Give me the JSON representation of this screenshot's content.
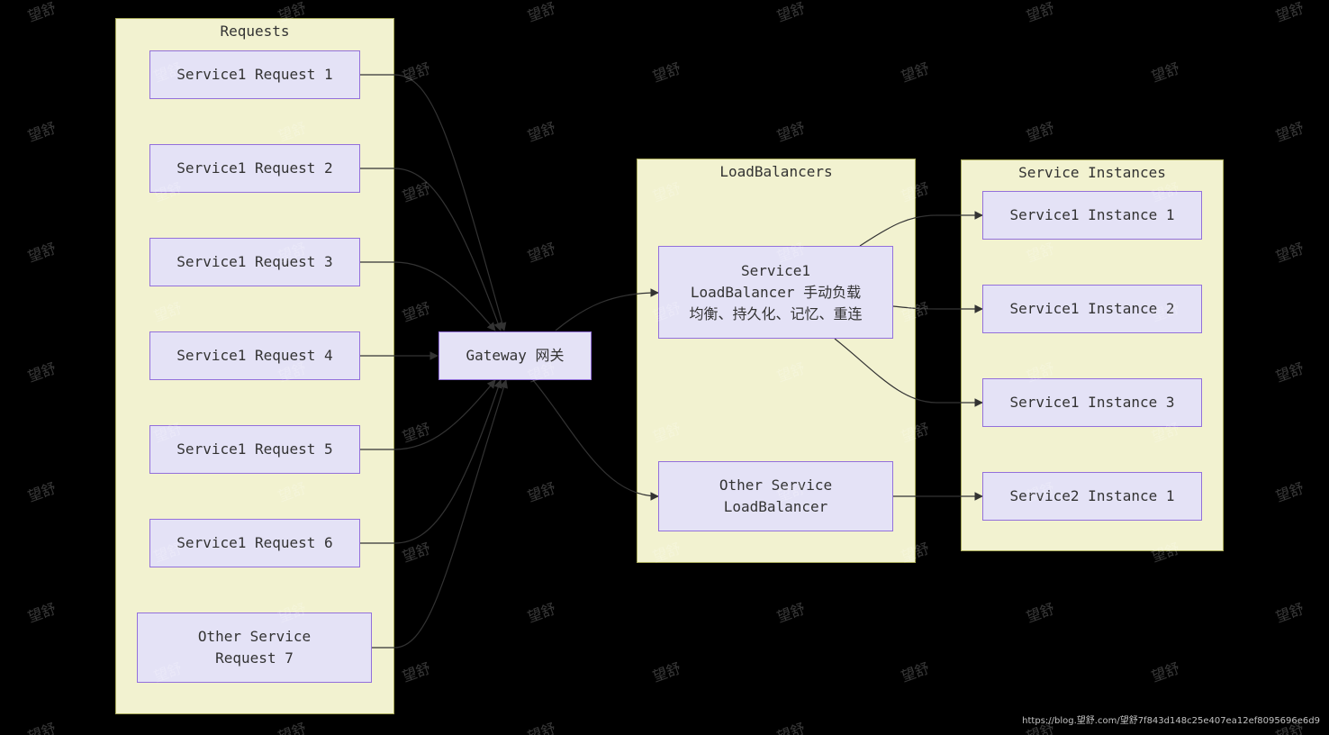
{
  "diagram": {
    "clusters": {
      "requests": "Requests",
      "loadbalancers": "LoadBalancers",
      "instances": "Service Instances"
    },
    "requests": [
      "Service1 Request 1",
      "Service1 Request 2",
      "Service1 Request 3",
      "Service1 Request 4",
      "Service1 Request 5",
      "Service1 Request 6",
      "Other Service\nRequest 7"
    ],
    "gateway": "Gateway 网关",
    "loadbalancers": {
      "service1": "Service1\nLoadBalancer 手动负载\n均衡、持久化、记忆、重连",
      "other": "Other Service\nLoadBalancer"
    },
    "instances": [
      "Service1 Instance 1",
      "Service1 Instance 2",
      "Service1 Instance 3",
      "Service2 Instance 1"
    ]
  },
  "watermark": {
    "text": "望舒",
    "footer_url": "https://blog.望舒.com/望舒7f843d148c25e407ea12ef8095696e6d9"
  },
  "colors": {
    "background": "#000000",
    "cluster_fill": "#f2f2d0",
    "cluster_border": "#a8aa5a",
    "node_fill": "#e4e2f6",
    "node_border": "#9370db",
    "edge": "#333333"
  }
}
